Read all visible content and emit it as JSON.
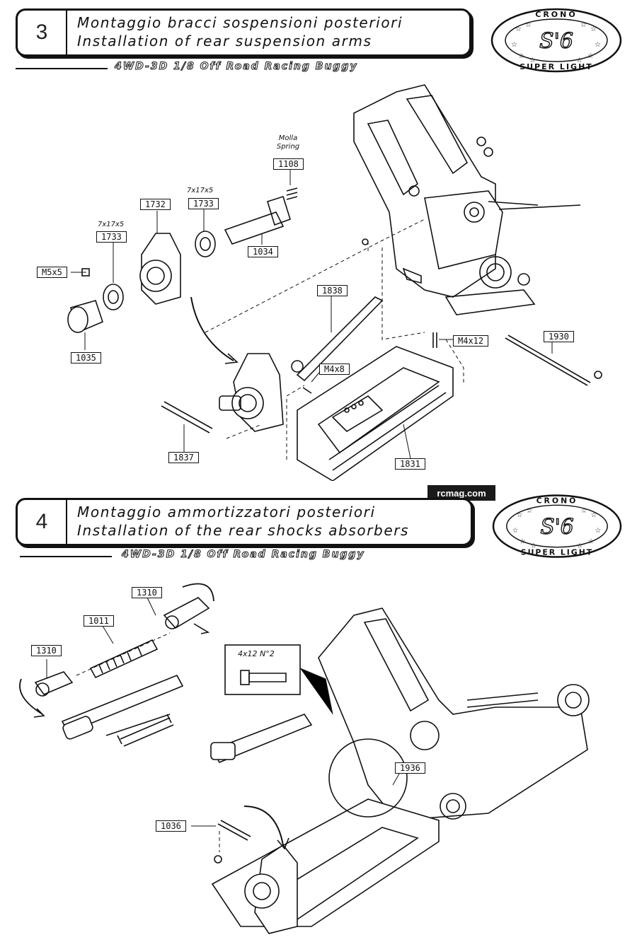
{
  "step3": {
    "number": "3",
    "title_it": "Montaggio bracci sospensioni posteriori",
    "title_en": "Installation of rear suspension arms",
    "subtitle": "4WD-3D  1/8  Off  Road  Racing  Buggy",
    "parts": {
      "p1108": "1108",
      "spring_it": "Molla",
      "spring_en": "Spring",
      "p1732": "1732",
      "bearing_a_spec": "7x17x5",
      "p1733a": "1733",
      "bearing_b_spec": "7x17x5",
      "p1733b": "1733",
      "p1034": "1034",
      "m5x5": "M5x5",
      "p1035": "1035",
      "p1838": "1838",
      "m4x12": "M4x12",
      "p1930": "1930",
      "m4x8": "M4x8",
      "p1837": "1837",
      "p1831": "1831"
    }
  },
  "step4": {
    "number": "4",
    "title_it": "Montaggio ammortizzatori posteriori",
    "title_en": "Installation of the rear shocks absorbers",
    "subtitle": "4WD-3D  1/8  Off  Road  Racing  Buggy",
    "parts": {
      "p1310a": "1310",
      "p1011": "1011",
      "p1310b": "1310",
      "screw_spec": "4x12  N°2",
      "p1936": "1936",
      "p1036": "1036"
    }
  },
  "badge": {
    "top": "CRONO",
    "center": "S'6",
    "bottom": "SUPER LIGHT"
  },
  "watermark": "rcmag.com"
}
